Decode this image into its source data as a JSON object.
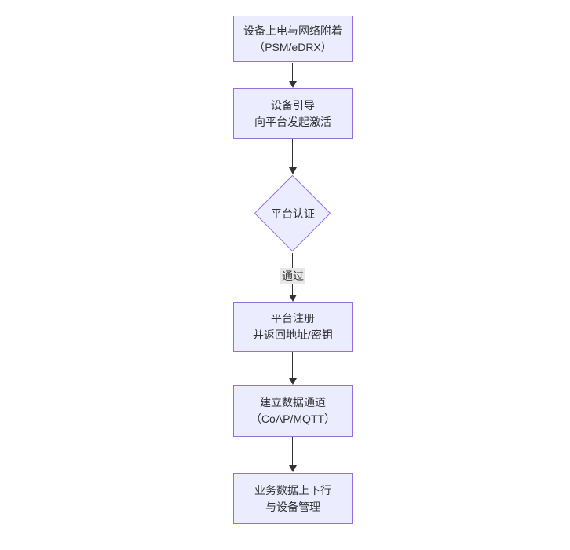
{
  "colors": {
    "canvas-bg": "#ffffff",
    "node-fill": "#ECECFF",
    "node-border": "#9370DB",
    "edge": "#333333",
    "text": "#333333",
    "label-bg": "#e8e8e8"
  },
  "diagram": {
    "type": "flowchart",
    "direction": "top-down",
    "nodes": [
      {
        "shape": "rect",
        "line1": "设备上电与网络附着",
        "line2": "（PSM/eDRX）"
      },
      {
        "shape": "rect",
        "line1": "设备引导",
        "line2": "向平台发起激活"
      },
      {
        "shape": "diamond",
        "line1": "平台认证"
      },
      {
        "shape": "rect",
        "line1": "平台注册",
        "line2": "并返回地址/密钥"
      },
      {
        "shape": "rect",
        "line1": "建立数据通道",
        "line2": "（CoAP/MQTT）"
      },
      {
        "shape": "rect",
        "line1": "业务数据上下行",
        "line2": "与设备管理"
      }
    ],
    "edge_label": "通过"
  }
}
